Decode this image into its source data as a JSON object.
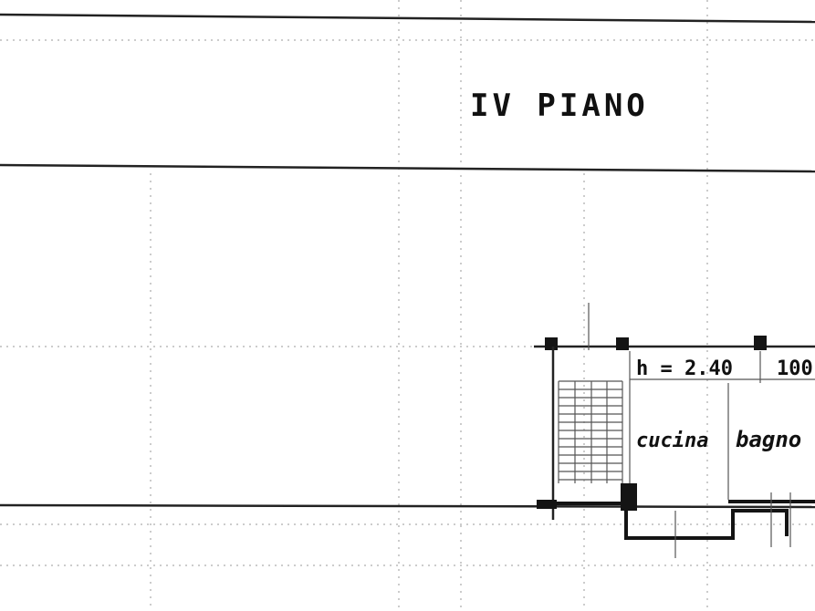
{
  "title": "IV PIANO",
  "dimension_label": "h = 2.40",
  "dimension_label_2": "100",
  "rooms": {
    "kitchen": "cucina",
    "bath": "bagno"
  },
  "colors": {
    "ink": "#141414",
    "paper": "#ffffff",
    "grid": "#9a9a9a"
  }
}
